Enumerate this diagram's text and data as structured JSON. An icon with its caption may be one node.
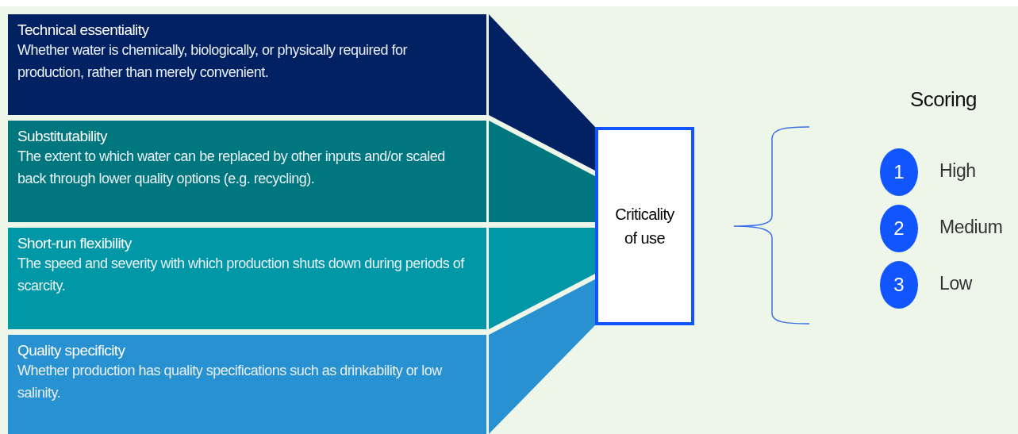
{
  "diagram": {
    "nodes": [
      {
        "text": [
          "Technical essentiality",
          "Whether water is chemically, biologically, or physically required for production, rather than merely convenient."
        ]
      },
      {
        "text": [
          "Substitutability",
          "The extent to which water can be replaced by other inputs and/or scaled back through lower quality options (e.g. recycling)."
        ]
      },
      {
        "text": [
          "Short-run flexibility",
          "The speed and severity with which production shuts down during periods of scarcity."
        ]
      },
      {
        "text": [
          "Quality specificity",
          "Whether production has quality specifications such as drinkability or low salinity."
        ]
      },
      {
        "text": [
          "Criticality of use"
        ]
      },
      {
        "text": [
          "1"
        ],
        "beside": [
          "High"
        ]
      },
      {
        "text": [
          "2"
        ],
        "beside": [
          "Medium"
        ]
      },
      {
        "text": [
          "3"
        ],
        "beside": [
          "Low"
        ]
      }
    ],
    "edges": [
      {
        "from": 0,
        "to": 4,
        "arrow": "none",
        "style": "thick",
        "color": "#022163"
      },
      {
        "from": 1,
        "to": 4,
        "arrow": "none",
        "style": "thick",
        "color": "#00777f"
      },
      {
        "from": 2,
        "to": 4,
        "arrow": "none",
        "style": "thick",
        "color": "#0097a7"
      },
      {
        "from": 3,
        "to": 4,
        "arrow": "none",
        "style": "thick",
        "color": "#2891d1"
      }
    ],
    "labels": [
      "Scoring"
    ]
  }
}
